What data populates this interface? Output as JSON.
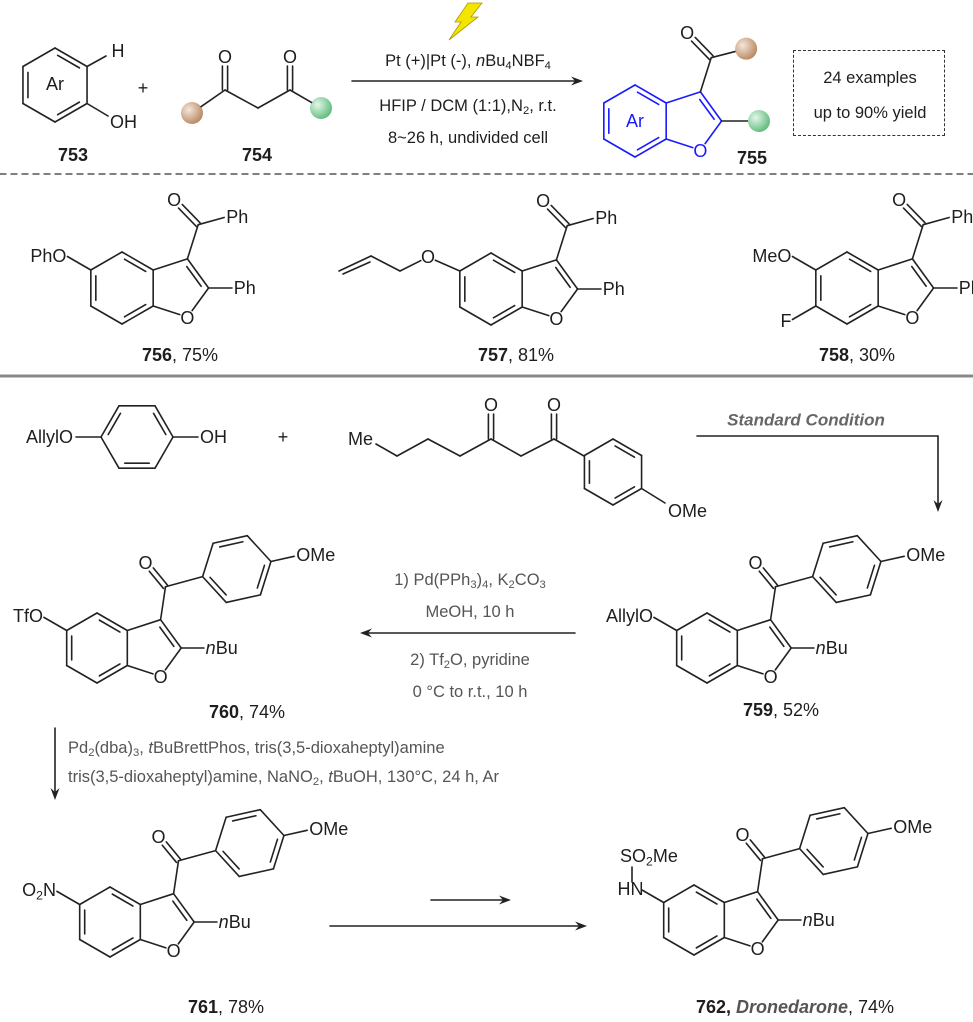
{
  "top_scheme": {
    "reactant_phenol": {
      "id": "753",
      "ring_label": "Ar",
      "h": "H",
      "oh": "OH"
    },
    "plus": "+",
    "reactant_diketone": {
      "id": "754",
      "o1": "O",
      "o2": "O"
    },
    "conditions": [
      "Pt (+)|Pt (-), <i>n</i>Bu<sub>4</sub>NBF<sub>4</sub>",
      "HFIP / DCM (1:1),N<sub>2</sub>, r.t.",
      "8~26 h, undivided cell"
    ],
    "product": {
      "id": "755",
      "ring_label": "Ar",
      "o_carbonyl": "O",
      "o_ring": "O"
    },
    "summary": [
      "24 examples",
      "up to 90% yield"
    ]
  },
  "examples": [
    {
      "id": "756",
      "yield": ", 75%",
      "sub5": "PhO",
      "o_carbonyl": "O",
      "r3": "Ph",
      "r2": "Ph",
      "o_ring": "O"
    },
    {
      "id": "757",
      "yield": ", 81%",
      "sub5": "O",
      "o_carbonyl": "O",
      "r3": "Ph",
      "r2": "Ph",
      "o_ring": "O"
    },
    {
      "id": "758",
      "yield": ", 30%",
      "sub5": "MeO",
      "sub6": "F",
      "o_carbonyl": "O",
      "r3": "Ph",
      "r2": "Ph",
      "o_ring": "O"
    }
  ],
  "synthesis": {
    "phenol": {
      "sub": "AllylO",
      "oh": "OH"
    },
    "plus": "+",
    "diketone": {
      "me": "Me",
      "o1": "O",
      "o2": "O",
      "ome": "OMe"
    },
    "standard_condition": "Standard Condition",
    "c759": {
      "id": "759",
      "yield": ", 52%",
      "sub5": "AllylO",
      "o_carbonyl": "O",
      "ome": "OMe",
      "r2": "<i>n</i>Bu",
      "o_ring": "O"
    },
    "step_759_760": {
      "above": [
        "1) Pd(PPh<sub>3</sub>)<sub>4</sub>, K<sub>2</sub>CO<sub>3</sub>",
        "MeOH, 10 h"
      ],
      "below": [
        "2) Tf<sub>2</sub>O, pyridine",
        "0 °C to r.t., 10 h"
      ]
    },
    "c760": {
      "id": "760",
      "yield": ", 74%",
      "sub5": "TfO",
      "o_carbonyl": "O",
      "ome": "OMe",
      "r2": "<i>n</i>Bu",
      "o_ring": "O"
    },
    "step_760_761": [
      "Pd<sub>2</sub>(dba)<sub>3</sub>, <i>t</i>BuBrettPhos, tris(3,5-dioxaheptyl)amine",
      "tris(3,5-dioxaheptyl)amine, NaNO<sub>2</sub>, <i>t</i>BuOH, 130°C, 24 h, Ar"
    ],
    "c761": {
      "id": "761",
      "yield": ", 78%",
      "sub5": "O<sub>2</sub>N",
      "o_carbonyl": "O",
      "ome": "OMe",
      "r2": "<i>n</i>Bu",
      "o_ring": "O"
    },
    "c762": {
      "id": "762,",
      "name": "Dronedarone",
      "yield": ", 74%",
      "sub5": "HN",
      "so2me": "SO<sub>2</sub>Me",
      "o_carbonyl": "O",
      "ome": "OMe",
      "r2": "<i>n</i>Bu",
      "o_ring": "O"
    }
  },
  "colors": {
    "aryl_blue": "#1a1aff",
    "ball_brown": "#c49a78",
    "ball_green": "#7fcf96",
    "bolt_yellow": "#f4e400",
    "condition_gray": "#555555"
  }
}
